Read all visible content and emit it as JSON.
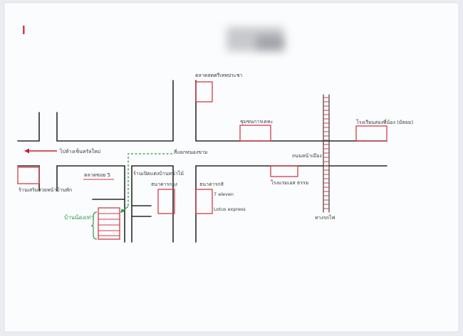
{
  "map": {
    "direction_label": "ไปห้างเซ็นทรัลใหม่",
    "intersection_label": "สี่แยกหนองขาม",
    "road_label": "ถนนหน้าเมือง",
    "railway_label": "ทางรถไฟ",
    "home_label": "บ้านน้องเท่า",
    "landmarks": {
      "north": "ตลาดสดศรีเทพประชา",
      "housing": "ชุมชนการเคหะ",
      "school": "โรงเรียนสองพี่น้อง (มัธยม)",
      "beauty_shop": "ร้านเสริมสวยหน้าบ้านพัก",
      "market_soi": "ตลาดซอย 5",
      "shop": "ร้านเปิดแต่งบ้านหน้าไม้",
      "bank_left": "ธนาคารกรุง",
      "bank_right": "ธนาคารกสิ",
      "seven": "7 eleven",
      "lotus": "Lotus express",
      "hotel": "โรงแรมเอส ธรรม"
    }
  },
  "colors": {
    "road": "#2a2a2a",
    "landmark_box": "#d23c4a",
    "route": "#2e9a4a",
    "direction_arrow": "#c8202a",
    "paper": "#fbfcfd"
  },
  "icons": [
    "arrow-left-icon",
    "route-arrow-icon",
    "railway-track-icon"
  ]
}
